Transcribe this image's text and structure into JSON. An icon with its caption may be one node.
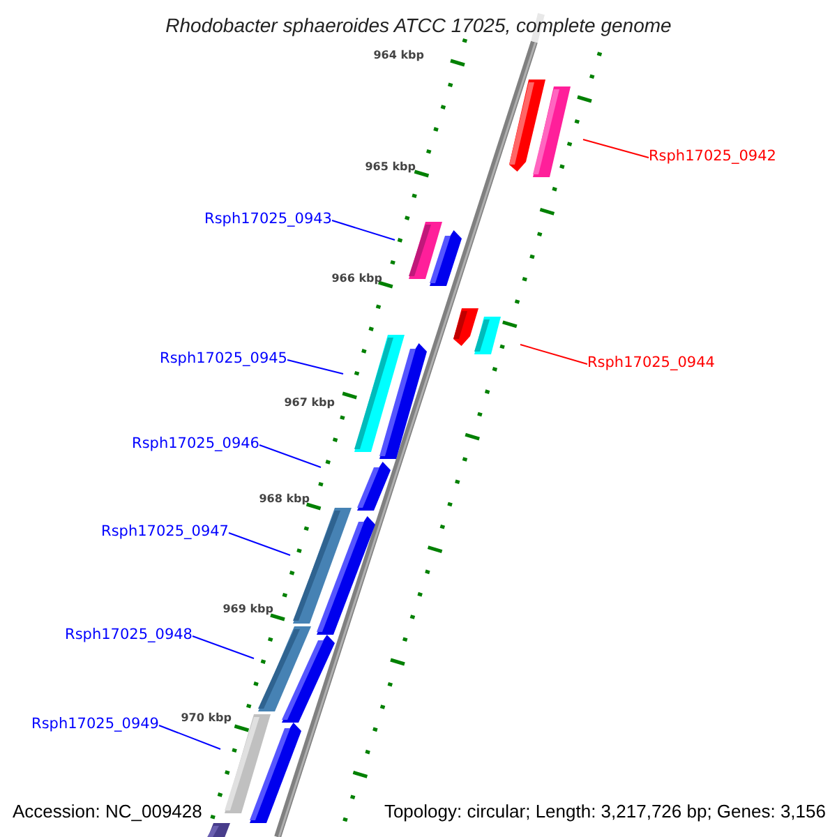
{
  "diagram": {
    "title": "Rhodobacter sphaeroides ATCC 17025, complete genome",
    "nodes": [
      {
        "text": [
          "Rsph17025_0942"
        ]
      },
      {
        "text": [
          "Rsph17025_0943"
        ]
      },
      {
        "text": [
          "Rsph17025_0945"
        ]
      },
      {
        "text": [
          "Rsph17025_0944"
        ]
      },
      {
        "text": [
          "Rsph17025_0946"
        ]
      },
      {
        "text": [
          "Rsph17025_0947"
        ]
      },
      {
        "text": [
          "Rsph17025_0948"
        ]
      },
      {
        "text": [
          "Rsph17025_0949"
        ]
      }
    ],
    "edges": [
      {
        "from": 0,
        "to": null,
        "arrow": "none",
        "color": "#ff0000"
      },
      {
        "from": 1,
        "to": null,
        "arrow": "none"
      },
      {
        "from": 2,
        "to": null,
        "arrow": "none"
      },
      {
        "from": 3,
        "to": null,
        "arrow": "none",
        "color": "#ff0000"
      },
      {
        "from": 4,
        "to": null,
        "arrow": "none"
      },
      {
        "from": 5,
        "to": null,
        "arrow": "none"
      },
      {
        "from": 6,
        "to": null,
        "arrow": "none"
      },
      {
        "from": 7,
        "to": null,
        "arrow": "none"
      }
    ],
    "labels": [
      "964 kbp",
      "965 kbp",
      "966 kbp",
      "967 kbp",
      "968 kbp",
      "969 kbp",
      "970 kbp",
      "Accession: NC_009428",
      "Topology: circular; Length: 3,217,726 bp; Genes: 3,156"
    ]
  }
}
